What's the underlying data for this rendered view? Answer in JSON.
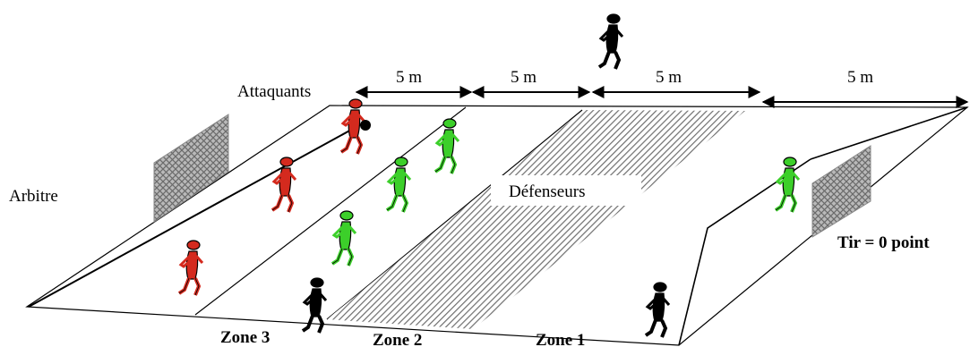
{
  "distances": [
    "5 m",
    "5 m",
    "5 m",
    "5 m"
  ],
  "labels": {
    "attackers": "Attaquants",
    "referee": "Arbitre",
    "defenders": "Défenseurs",
    "shot": "Tir = 0 point"
  },
  "zones": [
    "Zone 3",
    "Zone 2",
    "Zone 1"
  ],
  "colors": {
    "attacker": "#d42a1e",
    "defender": "#3ccf2a",
    "referee": "#000000",
    "hatch": "#7a7a7a",
    "goal_net": "#8c8c8c"
  }
}
